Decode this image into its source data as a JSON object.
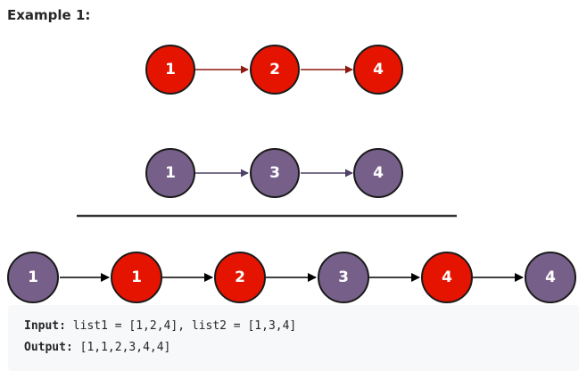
{
  "heading": "Example 1:",
  "colors": {
    "red_node": "#e51400",
    "purple_node": "#76608a",
    "red_arrow": "#8b1a10",
    "purple_arrow": "#4e4066",
    "merged_arrow": "#000000",
    "divider": "#333333"
  },
  "list1": {
    "values": [
      "1",
      "2",
      "4"
    ]
  },
  "list2": {
    "values": [
      "1",
      "3",
      "4"
    ]
  },
  "merged": {
    "values": [
      "1",
      "1",
      "2",
      "3",
      "4",
      "4"
    ],
    "sources": [
      "list2",
      "list1",
      "list1",
      "list2",
      "list1",
      "list2"
    ]
  },
  "example": {
    "input_label": "Input:",
    "input_value": " list1 = [1,2,4], list2 = [1,3,4]",
    "output_label": "Output:",
    "output_value": " [1,1,2,3,4,4]"
  }
}
